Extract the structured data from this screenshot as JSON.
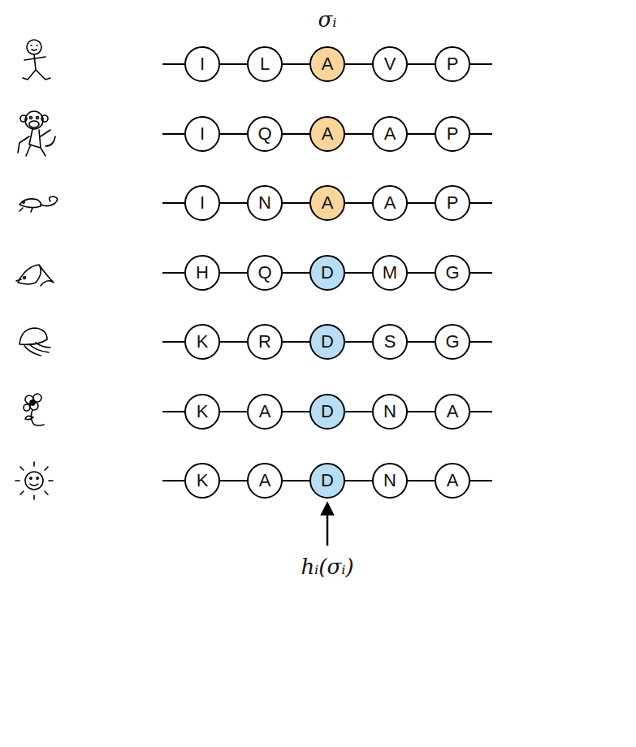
{
  "diagram": {
    "nodes": [
      {
        "text": [
          "I"
        ]
      },
      {
        "text": [
          "L"
        ]
      },
      {
        "text": [
          "A"
        ]
      },
      {
        "text": [
          "V"
        ]
      },
      {
        "text": [
          "P"
        ]
      },
      {
        "text": [
          "I"
        ]
      },
      {
        "text": [
          "Q"
        ]
      },
      {
        "text": [
          "A"
        ]
      },
      {
        "text": [
          "A"
        ]
      },
      {
        "text": [
          "P"
        ]
      },
      {
        "text": [
          "I"
        ]
      },
      {
        "text": [
          "N"
        ]
      },
      {
        "text": [
          "A"
        ]
      },
      {
        "text": [
          "A"
        ]
      },
      {
        "text": [
          "P"
        ]
      },
      {
        "text": [
          "H"
        ]
      },
      {
        "text": [
          "Q"
        ]
      },
      {
        "text": [
          "D"
        ]
      },
      {
        "text": [
          "M"
        ]
      },
      {
        "text": [
          "G"
        ]
      },
      {
        "text": [
          "K"
        ]
      },
      {
        "text": [
          "R"
        ]
      },
      {
        "text": [
          "D"
        ]
      },
      {
        "text": [
          "S"
        ]
      },
      {
        "text": [
          "G"
        ]
      },
      {
        "text": [
          "K"
        ]
      },
      {
        "text": [
          "A"
        ]
      },
      {
        "text": [
          "D"
        ]
      },
      {
        "text": [
          "N"
        ]
      },
      {
        "text": [
          "A"
        ]
      },
      {
        "text": [
          "K"
        ]
      },
      {
        "text": [
          "A"
        ]
      },
      {
        "text": [
          "D"
        ]
      },
      {
        "text": [
          "N"
        ]
      },
      {
        "text": [
          "A"
        ]
      }
    ],
    "edges": [
      {
        "from": 0,
        "to": 1,
        "arrow": "none"
      },
      {
        "from": 1,
        "to": 2,
        "arrow": "none"
      },
      {
        "from": 2,
        "to": 3,
        "arrow": "none"
      },
      {
        "from": 3,
        "to": 4,
        "arrow": "none"
      },
      {
        "from": 5,
        "to": 6,
        "arrow": "none"
      },
      {
        "from": 6,
        "to": 7,
        "arrow": "none"
      },
      {
        "from": 7,
        "to": 8,
        "arrow": "none"
      },
      {
        "from": 8,
        "to": 9,
        "arrow": "none"
      },
      {
        "from": 10,
        "to": 11,
        "arrow": "none"
      },
      {
        "from": 11,
        "to": 12,
        "arrow": "none"
      },
      {
        "from": 12,
        "to": 13,
        "arrow": "none"
      },
      {
        "from": 13,
        "to": 14,
        "arrow": "none"
      },
      {
        "from": 15,
        "to": 16,
        "arrow": "none"
      },
      {
        "from": 16,
        "to": 17,
        "arrow": "none"
      },
      {
        "from": 17,
        "to": 18,
        "arrow": "none"
      },
      {
        "from": 18,
        "to": 19,
        "arrow": "none"
      },
      {
        "from": 20,
        "to": 21,
        "arrow": "none"
      },
      {
        "from": 21,
        "to": 22,
        "arrow": "none"
      },
      {
        "from": 22,
        "to": 23,
        "arrow": "none"
      },
      {
        "from": 23,
        "to": 24,
        "arrow": "none"
      },
      {
        "from": 25,
        "to": 26,
        "arrow": "none"
      },
      {
        "from": 26,
        "to": 27,
        "arrow": "none"
      },
      {
        "from": 27,
        "to": 28,
        "arrow": "none"
      },
      {
        "from": 28,
        "to": 29,
        "arrow": "none"
      },
      {
        "from": 30,
        "to": 31,
        "arrow": "none"
      },
      {
        "from": 31,
        "to": 32,
        "arrow": "none"
      },
      {
        "from": 32,
        "to": 33,
        "arrow": "none"
      },
      {
        "from": 33,
        "to": 34,
        "arrow": "none"
      }
    ],
    "labels": [
      "σᵢ",
      "hᵢ(σᵢ)"
    ]
  }
}
